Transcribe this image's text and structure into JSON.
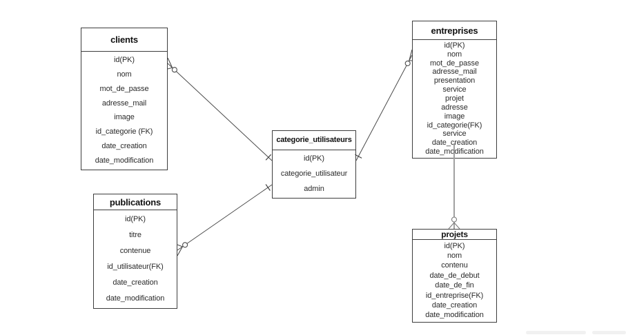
{
  "diagram": {
    "title": "user-categories-er-diagram",
    "entities": [
      {
        "id": "clients",
        "title": "clients",
        "fields": [
          "id(PK)",
          "nom",
          "mot_de_passe",
          "adresse_mail",
          "image",
          "id_categorie (FK)",
          "date_creation",
          "date_modification"
        ]
      },
      {
        "id": "entreprises",
        "title": "entreprises",
        "fields": [
          "id(PK)",
          "nom",
          "mot_de_passe",
          "adresse_mail",
          "presentation",
          "service",
          "projet",
          "adresse",
          "image",
          "id_categorie(FK)",
          "service",
          "date_creation",
          "date_modification"
        ]
      },
      {
        "id": "categorie_utilisateurs",
        "title": "categorie_utilisateurs",
        "fields": [
          "id(PK)",
          "categorie_utilisateur",
          "admin"
        ]
      },
      {
        "id": "publications",
        "title": "publications",
        "fields": [
          "id(PK)",
          "titre",
          "contenue",
          "id_utilisateur(FK)",
          "date_creation",
          "date_modification"
        ]
      },
      {
        "id": "projets",
        "title": "projets",
        "fields": [
          "id(PK)",
          "nom",
          "contenu",
          "date_de_debut",
          "date_de_fin",
          "id_entreprise(FK)",
          "date_creation",
          "date_modification"
        ]
      }
    ],
    "relationships": [
      {
        "from": "clients",
        "from_end": "zero-or-many",
        "to": "categorie_utilisateurs",
        "to_end": "one"
      },
      {
        "from": "entreprises",
        "from_end": "zero-or-many",
        "to": "categorie_utilisateurs",
        "to_end": "one"
      },
      {
        "from": "publications",
        "from_end": "zero-or-many",
        "to": "categorie_utilisateurs",
        "to_end": "one"
      },
      {
        "from": "entreprises",
        "from_end": "plain",
        "to": "projets",
        "to_end": "zero-or-many"
      }
    ],
    "colors": {
      "background": "#ffffff",
      "entity_border": "#3c3c3c",
      "entity_text": "#2a2a2a",
      "title_text": "#111111",
      "relation_line": "#4a4a4a",
      "vertical_relation_line": "#a0a0a0",
      "scrollbar": "#f1f1f1"
    }
  }
}
